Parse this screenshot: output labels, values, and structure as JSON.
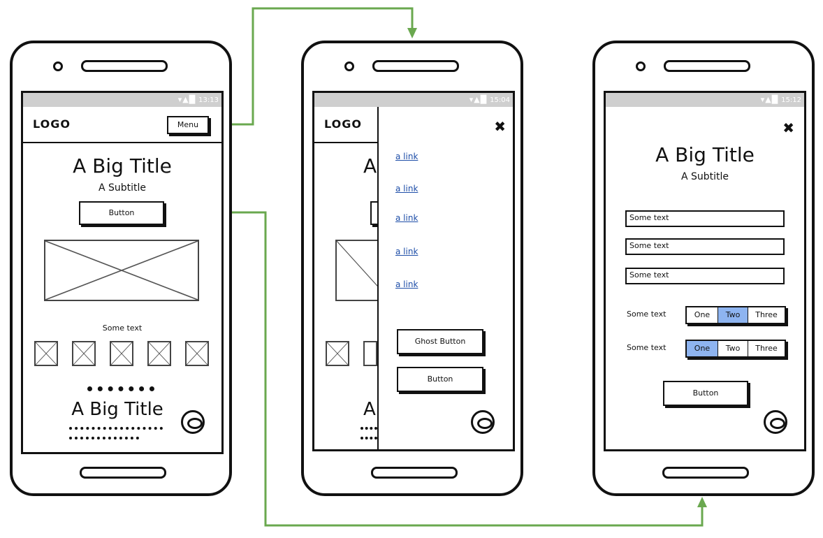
{
  "colors": {
    "connector": "#6aa84f",
    "link": "#1e4ea8",
    "segment_selected": "#8eb4f0",
    "statusbar": "#cfcfcf"
  },
  "screen1": {
    "status_time": "13:13",
    "logo": "LOGO",
    "menu_label": "Menu",
    "title": "A Big Title",
    "subtitle": "A Subtitle",
    "button_label": "Button",
    "some_text": "Some text",
    "title2": "A Big Title"
  },
  "screen2": {
    "status_time": "15:04",
    "logo": "LOGO",
    "links": [
      "a link",
      "a link",
      "a link",
      "a link",
      "a link"
    ],
    "ghost_button_label": "Ghost Button",
    "button_label": "Button",
    "close_icon": "close-icon"
  },
  "screen3": {
    "status_time": "15:12",
    "title": "A Big Title",
    "subtitle": "A Subtitle",
    "fields": [
      "Some text",
      "Some text",
      "Some text"
    ],
    "segment_rows": [
      {
        "label": "Some text",
        "options": [
          "One",
          "Two",
          "Three"
        ],
        "selected": "Two"
      },
      {
        "label": "Some text",
        "options": [
          "One",
          "Two",
          "Three"
        ],
        "selected": "One"
      }
    ],
    "button_label": "Button"
  }
}
